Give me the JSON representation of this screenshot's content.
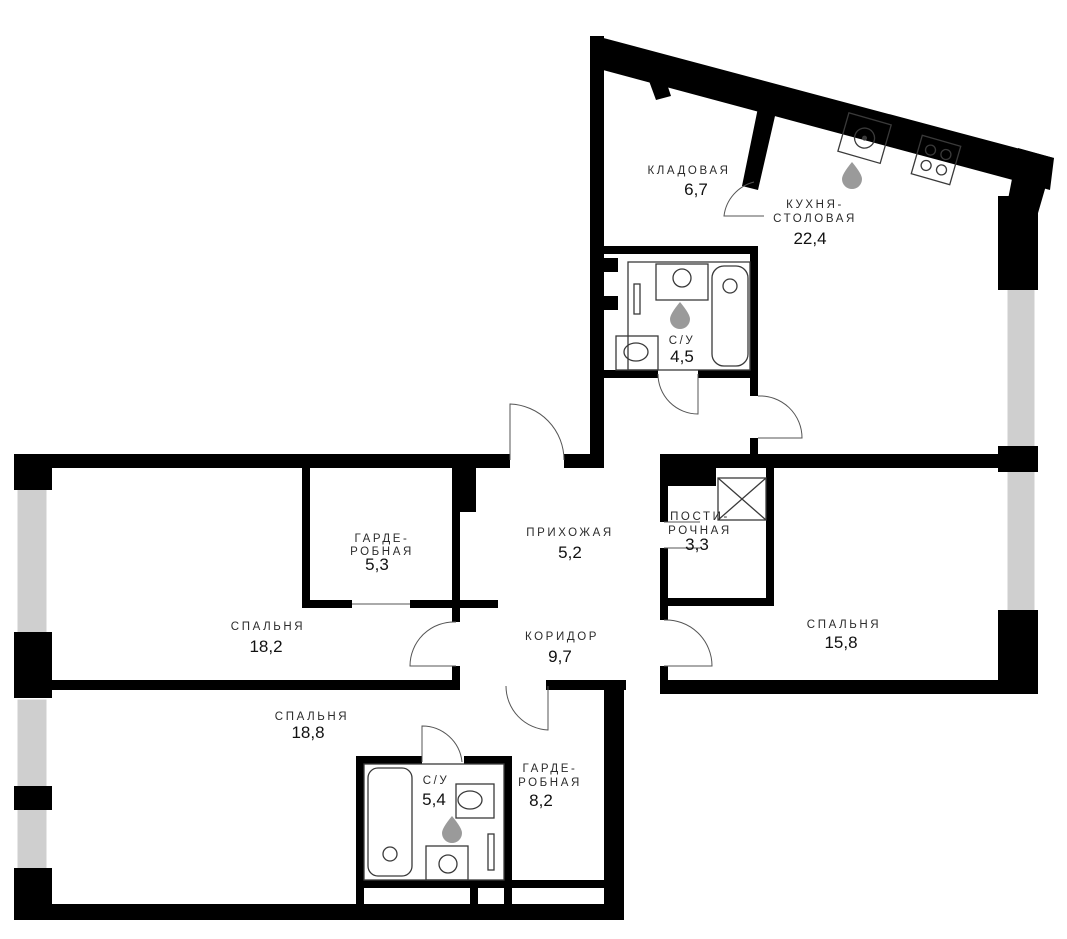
{
  "plan": {
    "rooms": [
      {
        "id": "pantry",
        "name_lines": [
          "КЛАДОВАЯ"
        ],
        "area": "6,7"
      },
      {
        "id": "kitchen",
        "name_lines": [
          "КУХНЯ-",
          "СТОЛОВАЯ"
        ],
        "area": "22,4"
      },
      {
        "id": "bath1",
        "name_lines": [
          "С/У"
        ],
        "area": "4,5"
      },
      {
        "id": "hall",
        "name_lines": [
          "ПРИХОЖАЯ"
        ],
        "area": "5,2"
      },
      {
        "id": "laundry",
        "name_lines": [
          "ПОСТИ-",
          "РОЧНАЯ"
        ],
        "area": "3,3"
      },
      {
        "id": "wardrobe1",
        "name_lines": [
          "ГАРДЕ-",
          "РОБНАЯ"
        ],
        "area": "5,3"
      },
      {
        "id": "bedroom1",
        "name_lines": [
          "СПАЛЬНЯ"
        ],
        "area": "18,2"
      },
      {
        "id": "corridor",
        "name_lines": [
          "КОРИДОР"
        ],
        "area": "9,7"
      },
      {
        "id": "bedroom2",
        "name_lines": [
          "СПАЛЬНЯ"
        ],
        "area": "15,8"
      },
      {
        "id": "bedroom3",
        "name_lines": [
          "СПАЛЬНЯ"
        ],
        "area": "18,8"
      },
      {
        "id": "bath2",
        "name_lines": [
          "С/У"
        ],
        "area": "5,4"
      },
      {
        "id": "wardrobe2",
        "name_lines": [
          "ГАРДЕ-",
          "РОБНАЯ"
        ],
        "area": "8,2"
      }
    ]
  },
  "colors": {
    "wall": "#000000",
    "window": "#cfcfcf",
    "text": "#2b2b2b"
  }
}
